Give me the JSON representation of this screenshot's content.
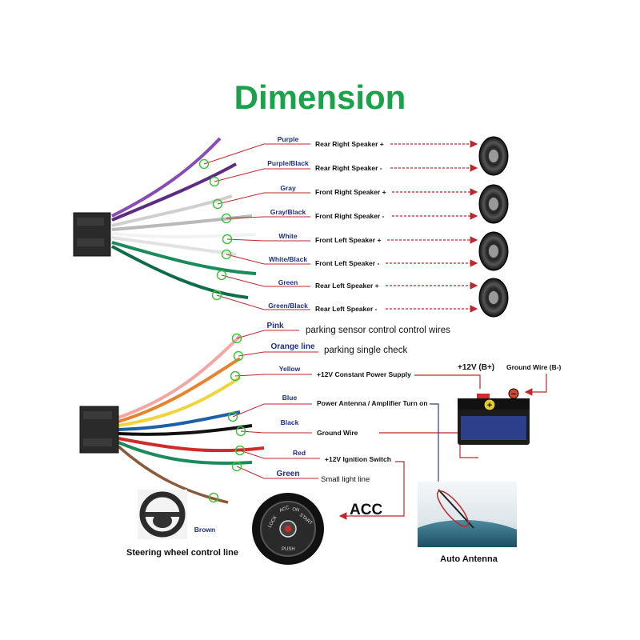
{
  "title": "Dimension",
  "speaker_wires": [
    {
      "wire": "Purple",
      "function": "Rear Right Speaker +"
    },
    {
      "wire": "Purple/Black",
      "function": "Rear Right Speaker -"
    },
    {
      "wire": "Gray",
      "function": "Front Right Speaker +"
    },
    {
      "wire": "Gray/Black",
      "function": "Front Right Speaker -"
    },
    {
      "wire": "White",
      "function": "Front Left Speaker +"
    },
    {
      "wire": "White/Black",
      "function": "Front Left Speaker -"
    },
    {
      "wire": "Green",
      "function": "Rear Left Speaker +"
    },
    {
      "wire": "Green/Black",
      "function": "Rear Left Speaker -"
    }
  ],
  "power_wires": [
    {
      "wire": "Pink",
      "function": "parking sensor control control wires"
    },
    {
      "wire": "Orange line",
      "function": "parking single check"
    },
    {
      "wire": "Yellow",
      "function": "+12V Constant Power Supply"
    },
    {
      "wire": "Blue",
      "function": "Power Antenna / Amplifier Turn on"
    },
    {
      "wire": "Black",
      "function": "Ground Wire"
    },
    {
      "wire": "Red",
      "function": "+12V  Ignition Switch"
    },
    {
      "wire": "Green",
      "function": "Small light line"
    },
    {
      "wire": "Brown",
      "function": "Steering wheel control line"
    }
  ],
  "battery": {
    "positive_label": "+12V  (B+)",
    "ground_label": "Ground Wire (B-)"
  },
  "acc_label": "ACC",
  "antenna_label": "Auto Antenna",
  "ignition_text": {
    "lock": "LOCK",
    "acc": "ACC",
    "on": "ON",
    "start": "START",
    "push": "PUSH"
  },
  "colors": {
    "title": "#19a24a",
    "wire_label": "#1d2f8c",
    "callout": "#c0272d",
    "highlight_circle": "#3cc43c"
  }
}
